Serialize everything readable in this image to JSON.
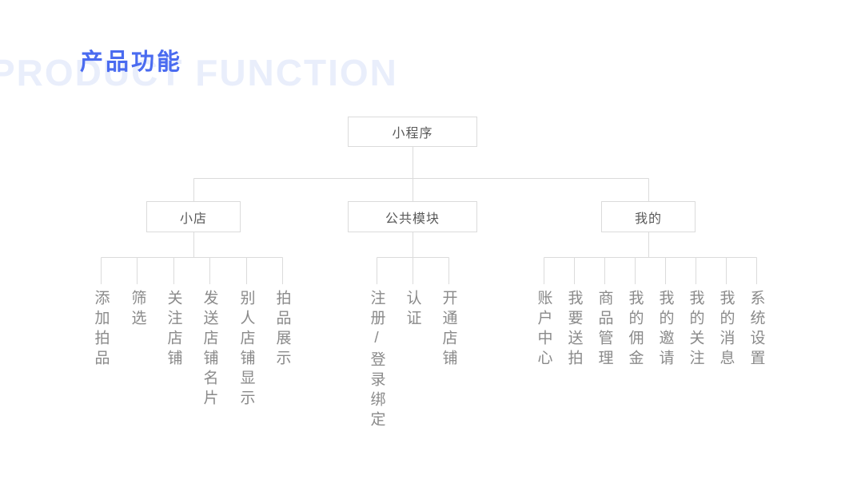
{
  "header": {
    "title": "产品功能",
    "watermark": "PRODUCT FUNCTION"
  },
  "colors": {
    "title_blue": "#4a6bf0",
    "watermark_blue": "#e9eefb",
    "line_gray": "#dbdbdb",
    "node_text": "#595959",
    "leaf_text": "#8a8a8a"
  },
  "tree": {
    "root": {
      "label": "小程序"
    },
    "branches": [
      {
        "label": "小店",
        "leaves": [
          "添加拍品",
          "筛选",
          "关注店铺",
          "发送店铺名片",
          "别人店铺显示",
          "拍品展示"
        ]
      },
      {
        "label": "公共模块",
        "leaves": [
          "注册/登录绑定",
          "认证",
          "开通店铺"
        ]
      },
      {
        "label": "我的",
        "leaves": [
          "账户中心",
          "我要送拍",
          "商品管理",
          "我的佣金",
          "我的邀请",
          "我的关注",
          "我的消息",
          "系统设置"
        ]
      }
    ]
  }
}
